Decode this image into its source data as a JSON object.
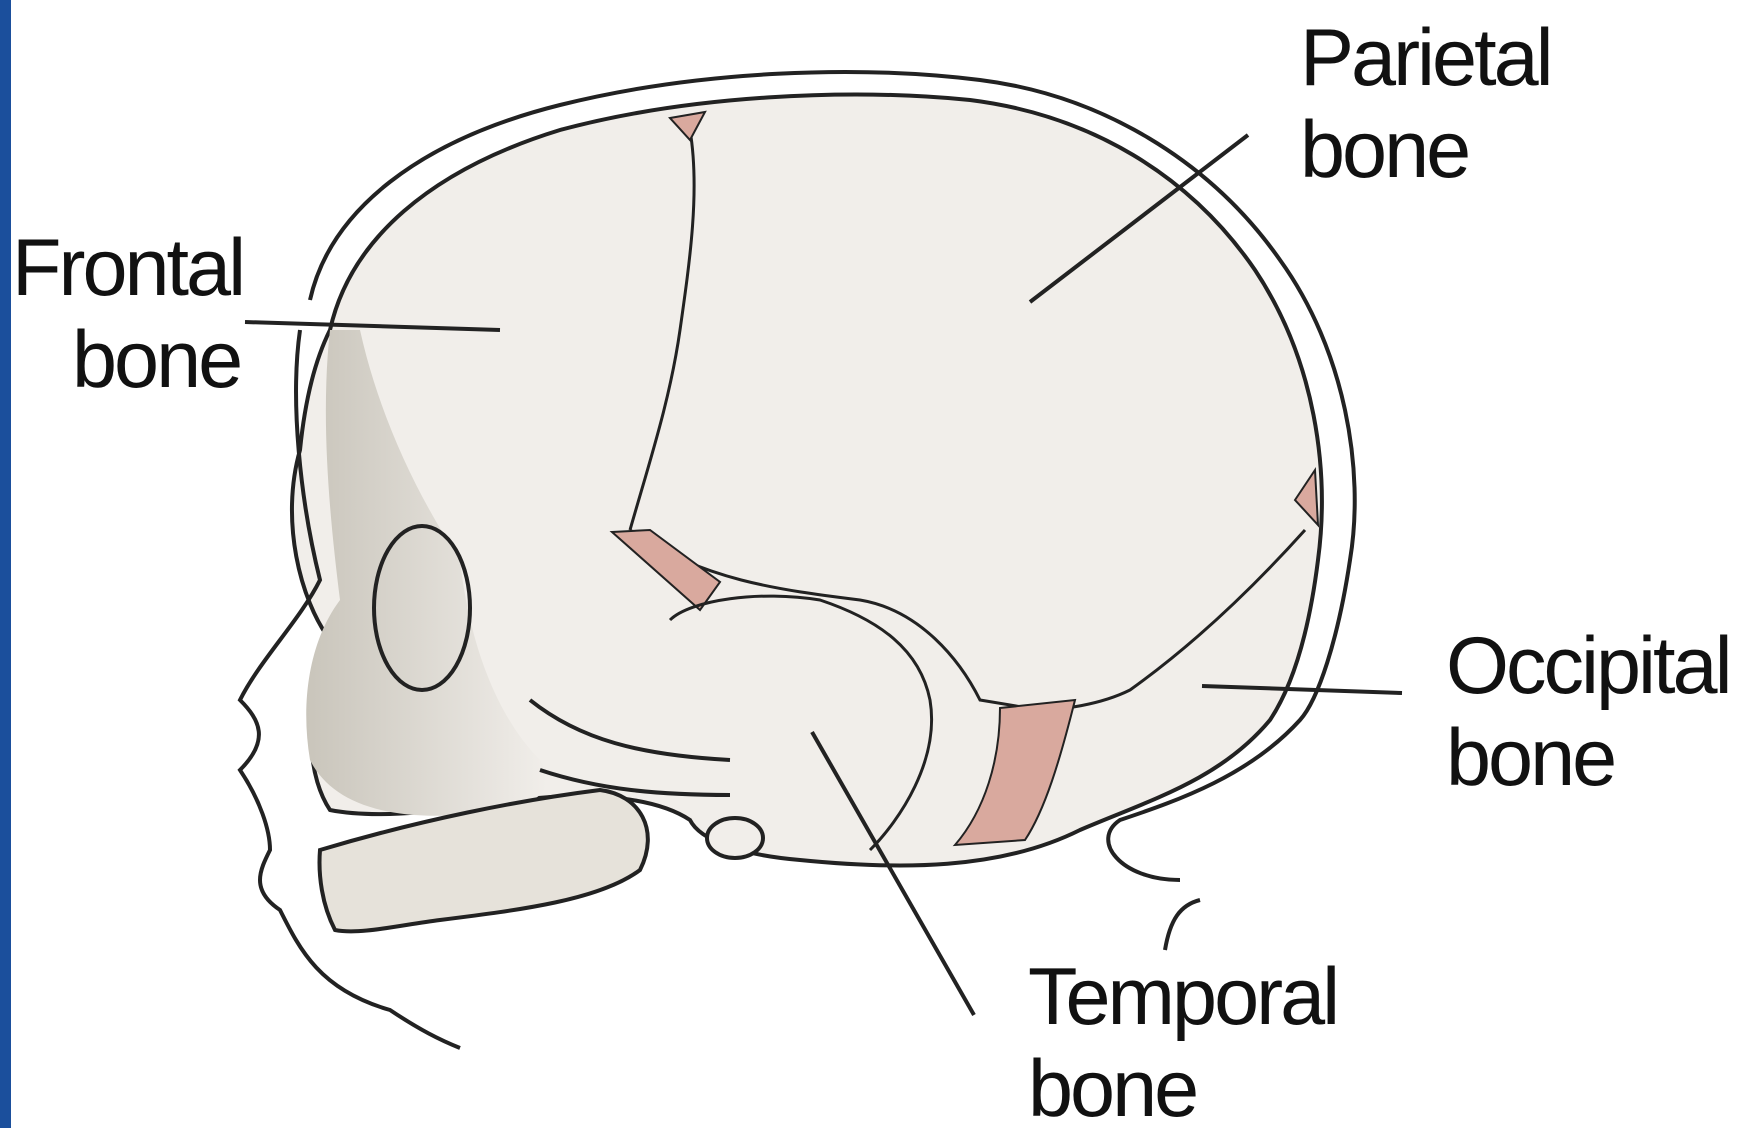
{
  "labels": {
    "parietal": {
      "line1": "Parietal",
      "line2": "bone"
    },
    "frontal": {
      "line1": "Frontal",
      "line2": "bone"
    },
    "occipital": {
      "line1": "Occipital",
      "line2": "bone"
    },
    "temporal": {
      "line1": "Temporal",
      "line2": "bone"
    }
  },
  "colors": {
    "bone_fill": "#f1eeea",
    "face_shade": "#d4d0c6",
    "fontanelle": "#d9a99e",
    "outline": "#222222",
    "edge_bar": "#1b4f9c"
  }
}
